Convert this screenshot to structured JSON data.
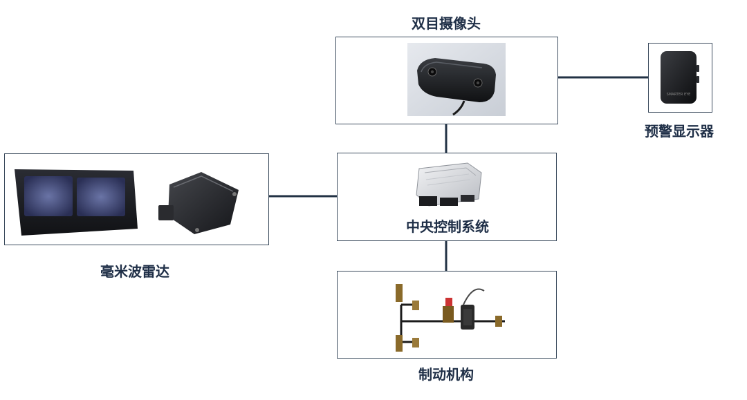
{
  "diagram": {
    "components": {
      "camera": {
        "label": "双目摄像头"
      },
      "display": {
        "label": "预警显示器",
        "device_text": "SMARTER EYE"
      },
      "radar": {
        "label": "毫米波雷达"
      },
      "controller": {
        "label": "中央控制系统"
      },
      "brake": {
        "label": "制动机构"
      }
    },
    "edges": [
      {
        "from": "camera",
        "to": "display"
      },
      {
        "from": "camera",
        "to": "controller"
      },
      {
        "from": "radar",
        "to": "controller"
      },
      {
        "from": "controller",
        "to": "brake"
      }
    ],
    "colors": {
      "line": "#223244",
      "border": "#3a4a5c",
      "label": "#1f2f47"
    }
  }
}
